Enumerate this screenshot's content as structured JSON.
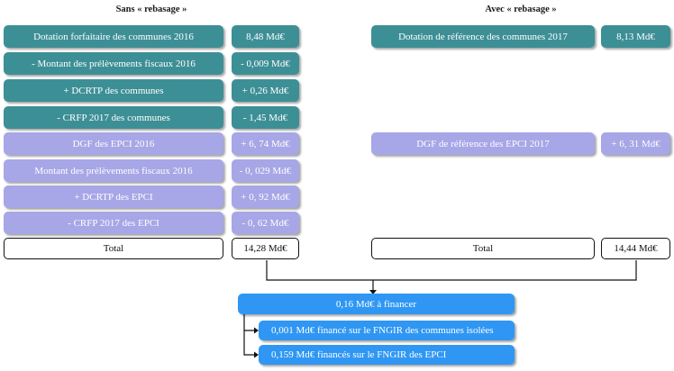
{
  "headers": {
    "left": "Sans « rebasage »",
    "right": "Avec « rebasage »"
  },
  "left_rows": [
    {
      "label": "Dotation forfaitaire des communes 2016",
      "value": "8,48 Md€"
    },
    {
      "label": "- Montant des prélèvements fiscaux 2016",
      "value": "- 0,009 Md€"
    },
    {
      "label": "+ DCRTP des communes",
      "value": "+ 0,26 Md€"
    },
    {
      "label": "- CRFP 2017 des communes",
      "value": "- 1,45 Md€"
    },
    {
      "label": "DGF des EPCI 2016",
      "value": "+ 6, 74 Md€"
    },
    {
      "label": "Montant des prélèvements fiscaux 2016",
      "value": "- 0, 029 Md€"
    },
    {
      "label": "+ DCRTP des EPCI",
      "value": "+ 0, 92 Md€"
    },
    {
      "label": "- CRFP 2017 des EPCI",
      "value": "- 0, 62 Md€"
    }
  ],
  "left_total": {
    "label": "Total",
    "value": "14,28 Md€"
  },
  "right_rows": [
    {
      "label": "Dotation de référence des communes 2017",
      "value": "8,13 Md€"
    },
    {
      "label": "DGF de référence des EPCI 2017",
      "value": "+ 6, 31 Md€"
    }
  ],
  "right_total": {
    "label": "Total",
    "value": "14,44 Md€"
  },
  "result": {
    "main": "0,16 Md€ à financer",
    "sub1": "0,001 Md€ financé sur le FNGIR des communes isolées",
    "sub2": "0,159 Md€ financés sur le FNGIR des EPCI"
  },
  "colors": {
    "teal": "#3d8f96",
    "purple": "#a7a6e6",
    "blue": "#2f97f3",
    "total_border": "#111111"
  }
}
